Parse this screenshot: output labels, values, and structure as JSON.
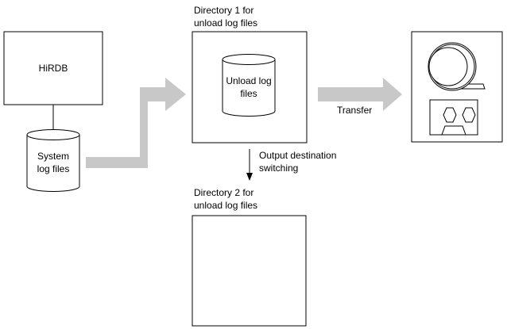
{
  "nodes": {
    "hirdb": {
      "label": "HiRDB"
    },
    "system_log": {
      "line1": "System",
      "line2": "log files"
    },
    "dir1": {
      "title1": "Directory 1 for",
      "title2": "unload log files"
    },
    "unload_log": {
      "line1": "Unload log",
      "line2": "files"
    },
    "dir2": {
      "title1": "Directory 2 for",
      "title2": "unload log files"
    }
  },
  "edges": {
    "switching": {
      "line1": "Output destination",
      "line2": "switching"
    },
    "transfer": {
      "label": "Transfer"
    }
  },
  "colors": {
    "arrow_fill": "#c8c8c8",
    "stroke": "#000000",
    "background": "#ffffff"
  },
  "icons": {
    "storage_device": "tape-reel-and-cassette-icon"
  }
}
